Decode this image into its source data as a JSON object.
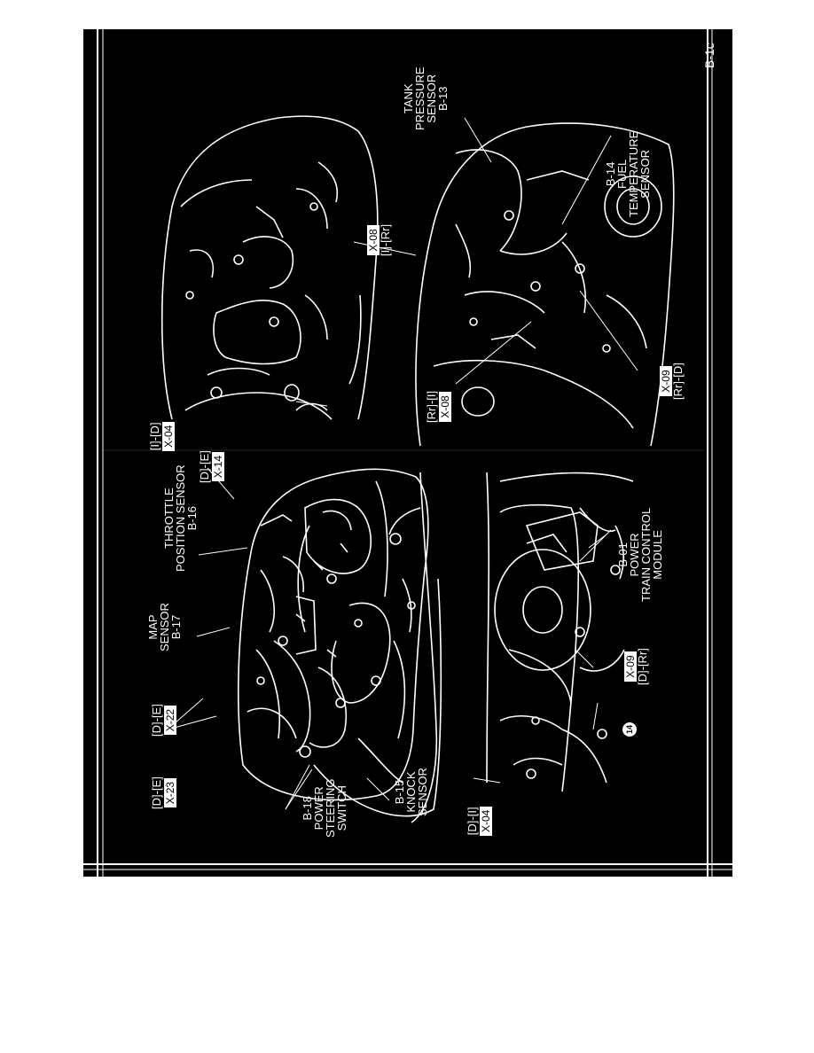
{
  "page_code": "B-1c",
  "callouts": {
    "b18": [
      "B-18",
      "POWER",
      "STEERING",
      "SWITCH"
    ],
    "b15": [
      "B-15",
      "KNOCK",
      "SENSOR"
    ],
    "b17": [
      "MAP",
      "SENSOR",
      "B-17"
    ],
    "b16": [
      "THROTTLE",
      "POSITION SENSOR",
      "B-16"
    ],
    "b01": [
      "B-01",
      "POWER",
      "TRAIN CONTROL",
      "MODULE"
    ],
    "b13": [
      "TANK",
      "PRESSURE",
      "SENSOR",
      "B-13"
    ],
    "b14": [
      "B-14",
      "FUEL",
      "TEMPERATURE",
      "SENSOR"
    ]
  },
  "connectors": {
    "x23": {
      "location": "[D]-[E]",
      "code": "X-23"
    },
    "x22": {
      "location": "[D]-[E]",
      "code": "X-22"
    },
    "x14": {
      "location": "[D]-[E]",
      "code": "X-14"
    },
    "x04_dash": {
      "location": "[D]-[I]",
      "code": "X-04"
    },
    "x09_dash": {
      "location": "[D]-[Rr]",
      "code": "X-09"
    },
    "x04_front": {
      "location": "[I]-[D]",
      "code": "X-04"
    },
    "x08_front": {
      "location": "[I]-[Rr]",
      "code": "X-08"
    },
    "x08_rear": {
      "location": "[Rr]-[I]",
      "code": "X-08"
    },
    "x09_rear": {
      "location": "[Rr]-[D]",
      "code": "X-09"
    }
  },
  "ground_marker": "14",
  "colors": {
    "background": "#000000",
    "line": "#ffffff",
    "page": "#ffffff"
  }
}
